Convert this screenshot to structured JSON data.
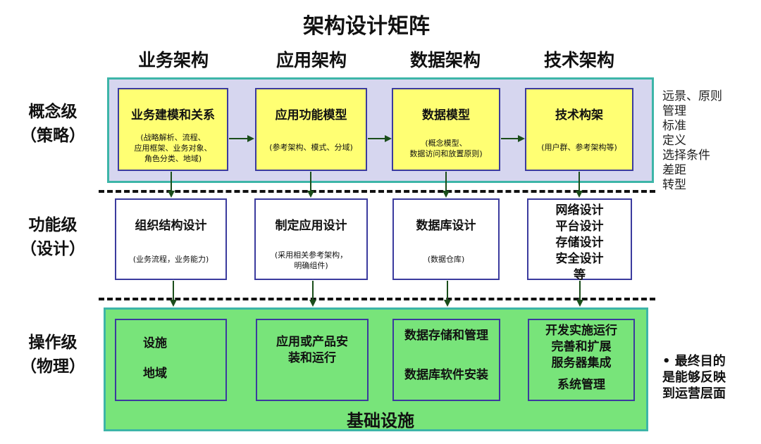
{
  "title": "架构设计矩阵",
  "columns": [
    "业务架构",
    "应用架构",
    "数据架构",
    "技术架构"
  ],
  "rows": [
    {
      "line1": "概念级",
      "line2": "（策略）"
    },
    {
      "line1": "功能级",
      "line2": "（设计）"
    },
    {
      "line1": "操作级",
      "line2": "（物理）"
    }
  ],
  "concept_boxes": [
    {
      "title": "业务建模和关系",
      "sub": [
        "(战略解析、流程、",
        "应用框架、业务对象、",
        "角色分类、地域)"
      ]
    },
    {
      "title": "应用功能模型",
      "sub": [
        "(参考架构、模式、分域)"
      ]
    },
    {
      "title": "数据模型",
      "sub": [
        "(概念模型、",
        "数据访问和放置原则)"
      ]
    },
    {
      "title": "技术构架",
      "sub": [
        "(用户群、参考架构等)"
      ]
    }
  ],
  "concept_note": [
    "远景、原则",
    "管理",
    "标准",
    "定义",
    "选择条件",
    "差距",
    "转型"
  ],
  "functional_boxes": [
    {
      "title": "组织结构设计",
      "sub": [
        "(业务流程，业务能力)"
      ]
    },
    {
      "title": "制定应用设计",
      "sub": [
        "(采用相关参考架构，",
        "明确组件)"
      ]
    },
    {
      "title": "数据库设计",
      "sub": [
        "(数据仓库)"
      ]
    },
    {
      "lines": [
        "网络设计",
        "平台设计",
        "存储设计",
        "安全设计",
        "等"
      ]
    }
  ],
  "operational_boxes": [
    {
      "lines": [
        "设施",
        "地域"
      ]
    },
    {
      "lines": [
        "应用或产品安",
        "装和运行"
      ]
    },
    {
      "lines": [
        "数据存储和管理",
        "数据库软件安装"
      ]
    },
    {
      "lines": [
        "开发实施运行",
        "完善和扩展",
        "服务器集成",
        "系统管理"
      ]
    }
  ],
  "infra_label": "基础设施",
  "ops_note": [
    "• 最终目的",
    "是能够反映",
    "到运营层面"
  ],
  "colors": {
    "concept_band": "#d6d6ef",
    "band_border": "#3db5a8",
    "concept_box": "#ffff73",
    "infra_band": "#78e47a",
    "box_border": "#3b3b9e",
    "arrow": "#1a4d1a"
  }
}
